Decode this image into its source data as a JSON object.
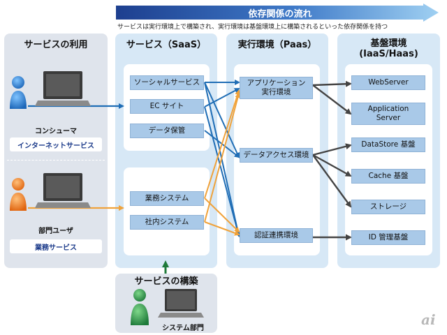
{
  "header": {
    "flow_title": "依存関係の流れ",
    "subtitle": "サービスは実行環境上で構築され、実行環境は基盤環境上に構築されるといった依存関係を持つ"
  },
  "columns": {
    "usage": {
      "title": "サービスの利用",
      "consumer_label": "コンシューマ",
      "consumer_service": "インターネットサービス",
      "department_label": "部門ユーザ",
      "department_service": "業務サービス"
    },
    "service": {
      "title": "サービス（SaaS）",
      "items": [
        "ソーシャルサービス",
        "EC サイト",
        "データ保管"
      ],
      "business_items": [
        "業務システム",
        "社内システム"
      ]
    },
    "runtime": {
      "title": "実行環境（Paas）",
      "items": [
        "アプリケーション\n実行環境",
        "データアクセス環境",
        "認証連携環境"
      ]
    },
    "infra": {
      "title": "基盤環境\n(IaaS/Haas)",
      "items": [
        "WebServer",
        "Application\nServer",
        "DataStore 基盤",
        "Cache 基盤",
        "ストレージ",
        "ID 管理基盤"
      ]
    }
  },
  "build": {
    "title": "サービスの構築",
    "label": "システム部門"
  },
  "logo": "ai",
  "colors": {
    "blue_arrow": "#1f6db5",
    "orange_arrow": "#f0a23a",
    "dark_arrow": "#444444",
    "box_fill": "#a9c9e8",
    "column_bg": "#d7e8f6",
    "usage_bg": "#dfe4ec",
    "header_gradient_start": "#1d3f8f",
    "header_gradient_end": "#9fd0f2"
  }
}
